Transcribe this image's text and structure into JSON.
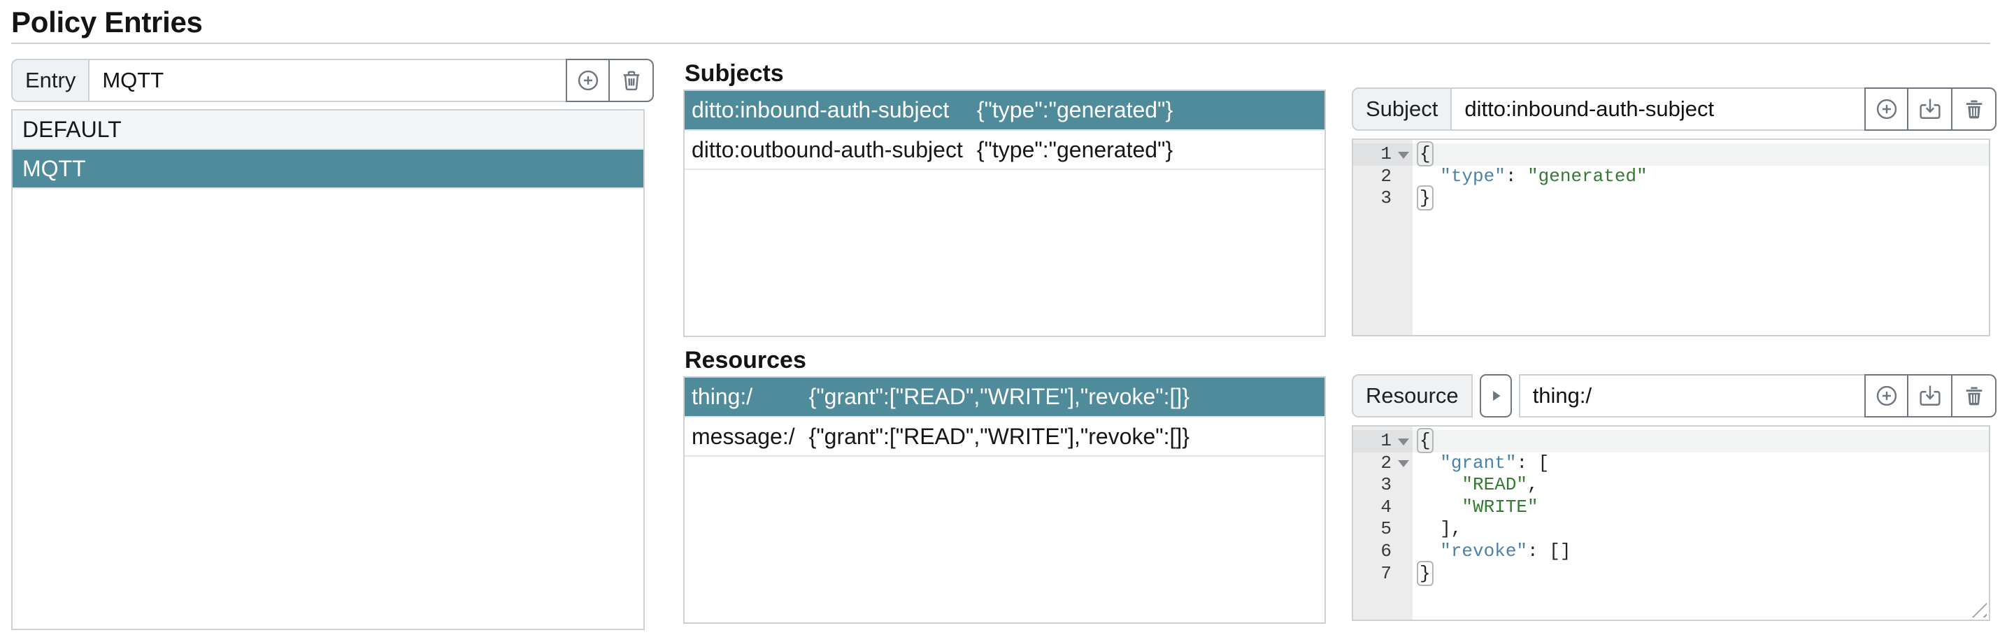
{
  "title": "Policy Entries",
  "colors": {
    "selection_teal": "#4f8b9a",
    "json_key": "#4a83a6",
    "json_string": "#337a33",
    "icon_gray": "#6e7680"
  },
  "entry": {
    "label": "Entry",
    "input_value": "MQTT",
    "buttons": [
      {
        "icon": "plus-circle-icon",
        "action": "create-entry"
      },
      {
        "icon": "trash-icon",
        "action": "delete-entry"
      }
    ],
    "items": [
      {
        "label": "DEFAULT",
        "selected": false
      },
      {
        "label": "MQTT",
        "selected": true
      }
    ]
  },
  "subjects": {
    "heading": "Subjects",
    "rows": [
      {
        "id": "ditto:inbound-auth-subject",
        "value": "{\"type\":\"generated\"}",
        "selected": true
      },
      {
        "id": "ditto:outbound-auth-subject",
        "value": "{\"type\":\"generated\"}",
        "selected": false
      }
    ]
  },
  "resources": {
    "heading": "Resources",
    "rows": [
      {
        "id": "thing:/",
        "value": "{\"grant\":[\"READ\",\"WRITE\"],\"revoke\":[]}",
        "selected": true
      },
      {
        "id": "message:/",
        "value": "{\"grant\":[\"READ\",\"WRITE\"],\"revoke\":[]}",
        "selected": false
      }
    ]
  },
  "subject_detail": {
    "label": "Subject",
    "input_value": "ditto:inbound-auth-subject",
    "buttons": [
      {
        "icon": "plus-circle-icon",
        "action": "create-subject"
      },
      {
        "icon": "box-arrow-in-down-icon",
        "action": "apply-subject"
      },
      {
        "icon": "trash-fill-icon",
        "action": "delete-subject"
      }
    ],
    "editor_lines": [
      {
        "num": 1,
        "fold": true,
        "active": true,
        "segments": [
          [
            "{",
            "brace"
          ]
        ]
      },
      {
        "num": 2,
        "segments": [
          [
            "  ",
            "plain"
          ],
          [
            "\"type\"",
            "key"
          ],
          [
            ": ",
            "plain"
          ],
          [
            "\"generated\"",
            "string"
          ]
        ]
      },
      {
        "num": 3,
        "segments": [
          [
            "}",
            "brace"
          ]
        ]
      }
    ]
  },
  "resource_detail": {
    "label": "Resource",
    "expander_icon": "caret-right-icon",
    "input_value": "thing:/",
    "buttons": [
      {
        "icon": "plus-circle-icon",
        "action": "create-resource"
      },
      {
        "icon": "box-arrow-in-down-icon",
        "action": "apply-resource"
      },
      {
        "icon": "trash-fill-icon",
        "action": "delete-resource"
      }
    ],
    "editor_lines": [
      {
        "num": 1,
        "fold": true,
        "active": true,
        "segments": [
          [
            "{",
            "brace"
          ]
        ]
      },
      {
        "num": 2,
        "fold": true,
        "segments": [
          [
            "  ",
            "plain"
          ],
          [
            "\"grant\"",
            "key"
          ],
          [
            ": ",
            "plain"
          ],
          [
            "[",
            "plain"
          ]
        ]
      },
      {
        "num": 3,
        "segments": [
          [
            "    ",
            "plain"
          ],
          [
            "\"READ\"",
            "string"
          ],
          [
            ",",
            "plain"
          ]
        ]
      },
      {
        "num": 4,
        "segments": [
          [
            "    ",
            "plain"
          ],
          [
            "\"WRITE\"",
            "string"
          ]
        ]
      },
      {
        "num": 5,
        "segments": [
          [
            "  ],",
            "plain"
          ]
        ]
      },
      {
        "num": 6,
        "segments": [
          [
            "  ",
            "plain"
          ],
          [
            "\"revoke\"",
            "key"
          ],
          [
            ": ",
            "plain"
          ],
          [
            "[]",
            "plain"
          ]
        ]
      },
      {
        "num": 7,
        "segments": [
          [
            "}",
            "brace"
          ]
        ]
      }
    ]
  }
}
